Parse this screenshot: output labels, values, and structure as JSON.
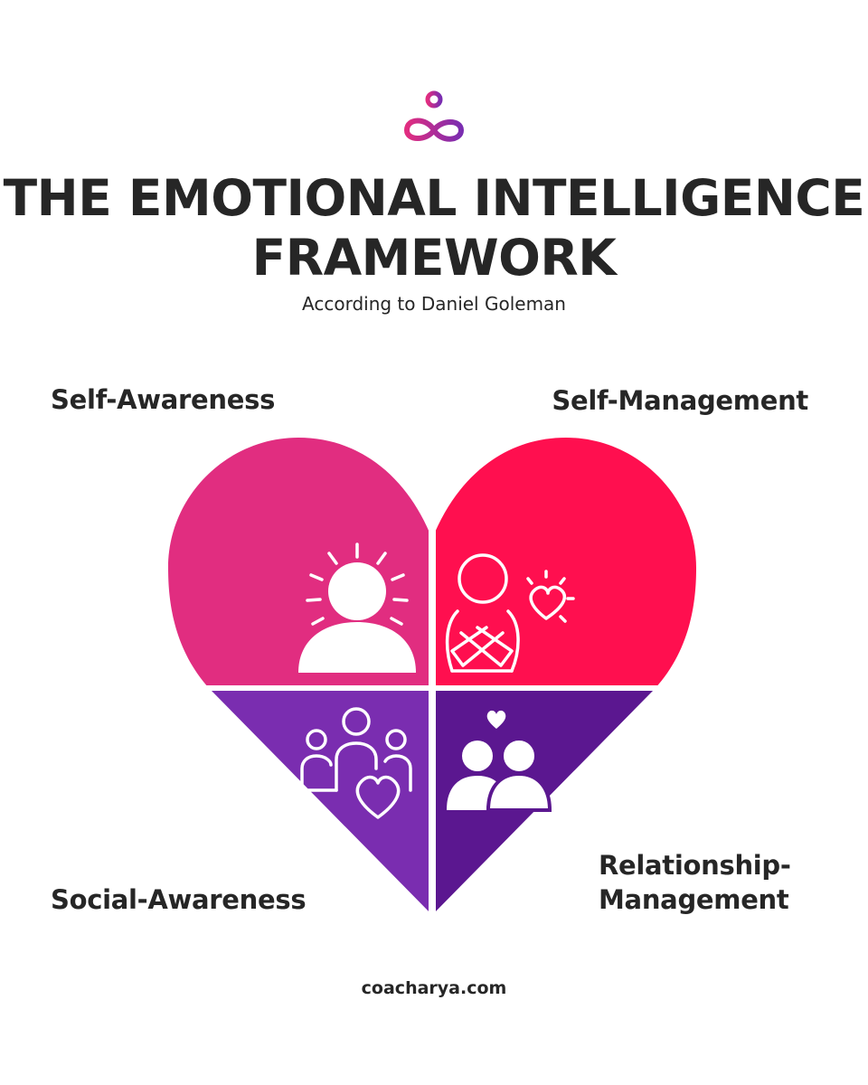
{
  "header": {
    "logo_icon": "meditating-figure-infinity-logo",
    "title_line1": "THE EMOTIONAL INTELLIGENCE",
    "title_line2": "FRAMEWORK",
    "subtitle": "According to Daniel Goleman"
  },
  "quadrants": {
    "self_awareness": {
      "label": "Self-Awareness",
      "color": "#E12D80",
      "icon": "person-radiant-icon"
    },
    "self_management": {
      "label": "Self-Management",
      "color": "#FF0F4F",
      "icon": "person-hugging-heart-icon"
    },
    "social_awareness": {
      "label": "Social-Awareness",
      "color": "#7A2DB0",
      "icon": "group-with-heart-icon"
    },
    "relationship_management": {
      "label_line1": "Relationship-",
      "label_line2": "Management",
      "color": "#5B1790",
      "icon": "couple-with-heart-icon"
    }
  },
  "footer": {
    "url": "coacharya.com"
  }
}
